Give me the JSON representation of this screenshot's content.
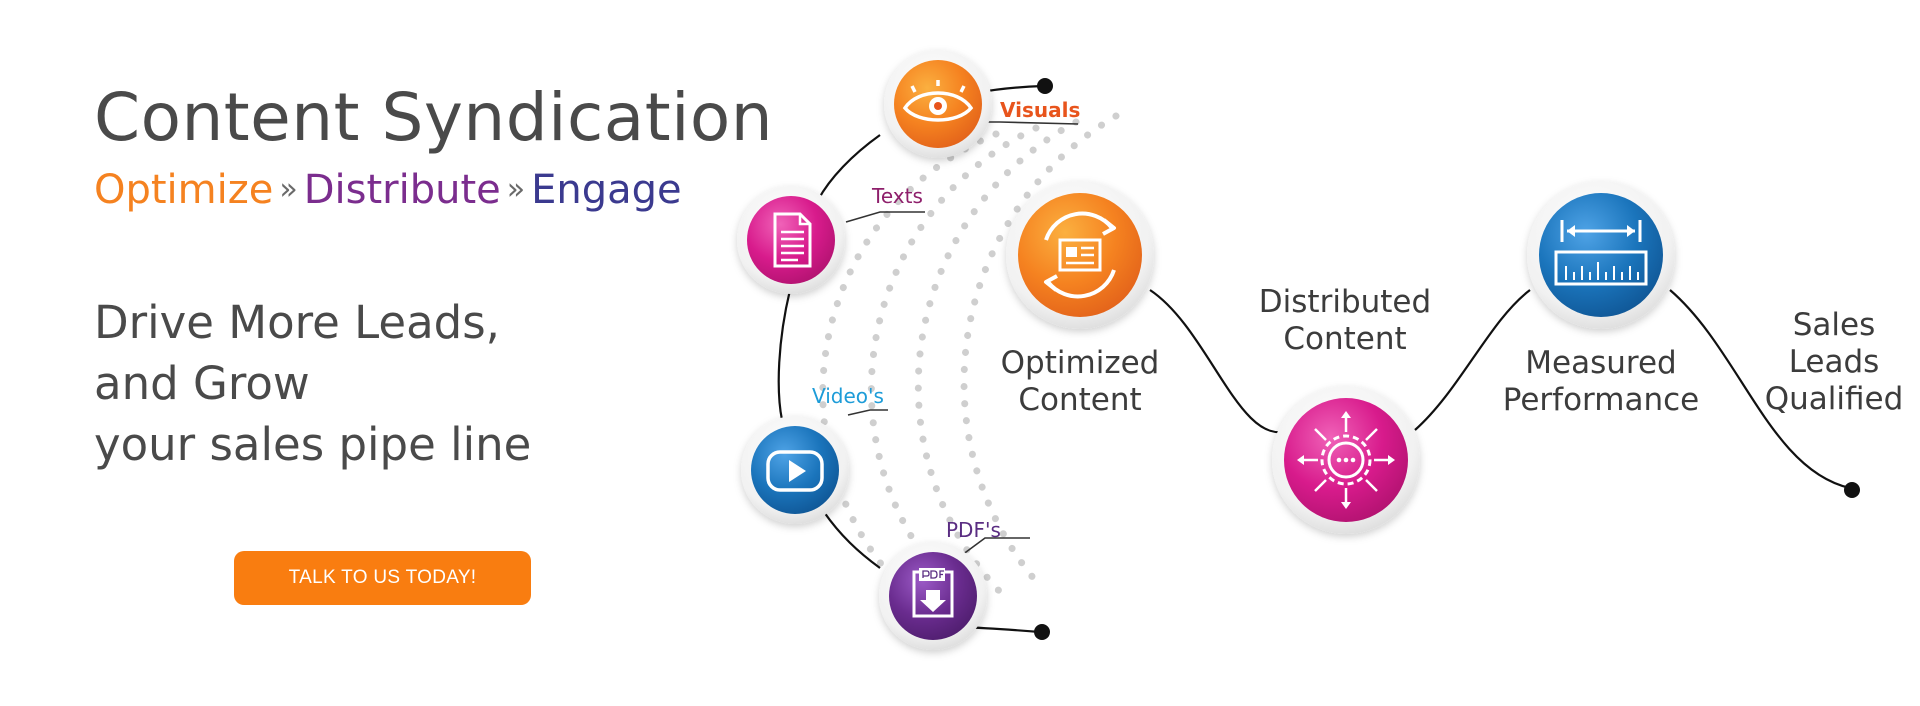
{
  "hero": {
    "title": "Content Syndication",
    "tagline": [
      {
        "text": "Optimize",
        "color": "#f58220"
      },
      {
        "text": "Distribute",
        "color": "#7b2d8e"
      },
      {
        "text": "Engage",
        "color": "#3b3a8f"
      }
    ],
    "tagline_separator": "»",
    "lead_lines": [
      "Drive More Leads,",
      "and Grow",
      "your sales pipe line"
    ],
    "cta_label": "TALK TO US TODAY!"
  },
  "sources": {
    "visuals": {
      "label": "Visuals",
      "color": "#e8541c"
    },
    "texts": {
      "label": "Texts",
      "color": "#8e1f6b"
    },
    "videos": {
      "label": "Video's",
      "color": "#1d9cd8"
    },
    "pdfs": {
      "label": "PDF's",
      "color": "#5a2d82"
    }
  },
  "stages": {
    "optimized": {
      "lines": [
        "Optimized",
        "Content"
      ]
    },
    "distributed": {
      "lines": [
        "Distributed",
        "Content"
      ]
    },
    "measured": {
      "lines": [
        "Measured",
        "Performance"
      ]
    },
    "leads": {
      "lines": [
        "Sales",
        "Leads",
        "Qualified"
      ]
    }
  },
  "colors": {
    "orange": "#f58220",
    "magenta": "#d81b8c",
    "blue": "#1b75bc",
    "purple": "#6a2c8f",
    "text_gray": "#4a4a4a"
  },
  "icons": {
    "visuals": "eye-icon",
    "texts": "document-icon",
    "videos": "play-icon",
    "pdfs": "pdf-download-icon",
    "optimized": "refresh-article-icon",
    "distributed": "gear-distribute-icon",
    "measured": "ruler-measure-icon"
  }
}
